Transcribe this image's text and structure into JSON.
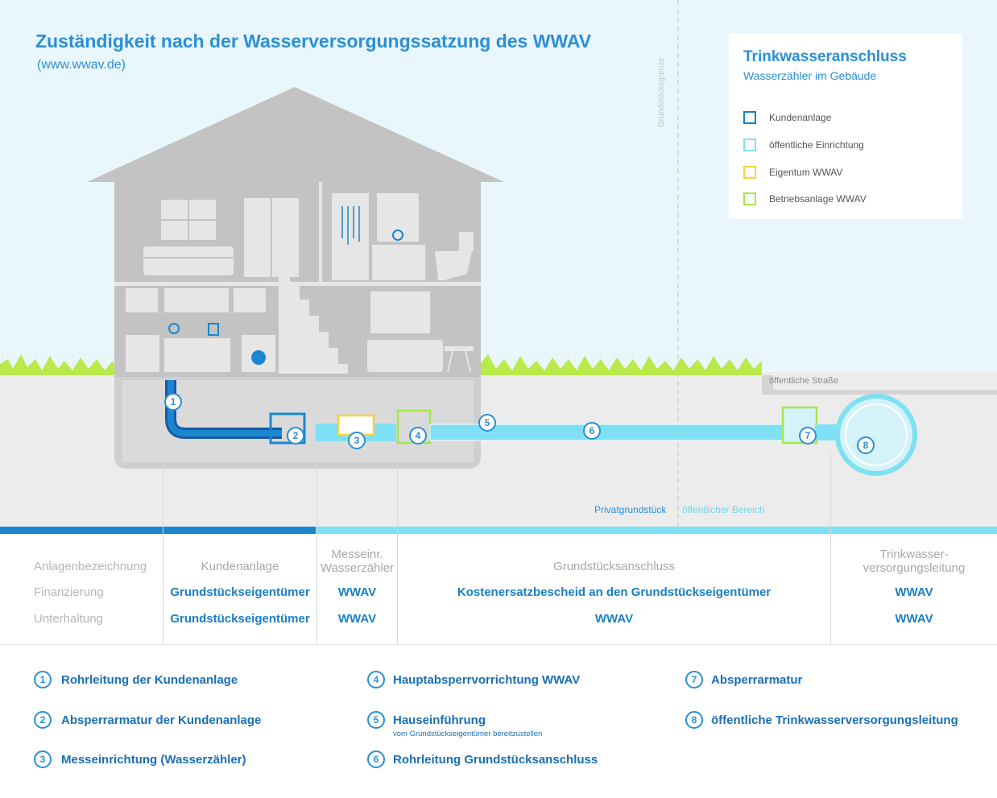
{
  "header": {
    "title": "Zuständigkeit nach der Wasserversorgungssatzung des WWAV",
    "subtitle": "(www.wwav.de)"
  },
  "diagram": {
    "boundary_label": "Grundstücksgrenze",
    "street_label": "öffentliche Straße",
    "private_label": "Privatgrundstück",
    "public_label": "öffentlicher Bereich",
    "markers": [
      "1",
      "2",
      "3",
      "4",
      "5",
      "6",
      "7",
      "8"
    ]
  },
  "legend": {
    "title": "Trinkwasseranschluss",
    "subtitle": "Wasserzähler im Gebäude",
    "items": [
      {
        "label": "Kundenanlage",
        "color": "#1a7fc6"
      },
      {
        "label": "öffentliche Einrichtung",
        "color": "#7ee0f2"
      },
      {
        "label": "Eigentum WWAV",
        "color": "#f5d23c"
      },
      {
        "label": "Betriebsanlage WWAV",
        "color": "#a6e64a"
      }
    ]
  },
  "table": {
    "row_labels": [
      "Anlagenbezeichnung",
      "Finanzierung",
      "Unterhaltung"
    ],
    "columns": [
      {
        "header": "Kundenanlage",
        "finanzierung": "Grundstückseigentümer",
        "unterhaltung": "Grundstückseigentümer"
      },
      {
        "header": "Messeinr.\nWasserzähler",
        "finanzierung": "WWAV",
        "unterhaltung": "WWAV"
      },
      {
        "header": "Grundstücksanschluss",
        "finanzierung": "Kostenersatzbescheid an den Grundstückseigentümer",
        "unterhaltung": "WWAV"
      },
      {
        "header": "Trinkwasser-\nversorgungsleitung",
        "finanzierung": "WWAV",
        "unterhaltung": "WWAV"
      }
    ]
  },
  "footnotes": [
    {
      "num": "1",
      "text": "Rohrleitung der Kundenanlage"
    },
    {
      "num": "2",
      "text": "Absperrarmatur der Kundenanlage"
    },
    {
      "num": "3",
      "text": "Messeinrichtung (Wasserzähler)"
    },
    {
      "num": "4",
      "text": "Hauptabsperrvorrichtung WWAV"
    },
    {
      "num": "5",
      "text": "Hauseinführung",
      "sub": "vom Grundstückseigentümer bereitzustellen"
    },
    {
      "num": "6",
      "text": "Rohrleitung Grundstücksanschluss"
    },
    {
      "num": "7",
      "text": "Absperrarmatur"
    },
    {
      "num": "8",
      "text": "öffentliche Trinkwasserversorgungsleitung"
    }
  ],
  "colors": {
    "customer": "#1a7fc6",
    "public": "#7ee0f2",
    "wwav_property": "#f5d23c",
    "wwav_operating": "#a6e64a",
    "house": "#c3c3c3"
  }
}
